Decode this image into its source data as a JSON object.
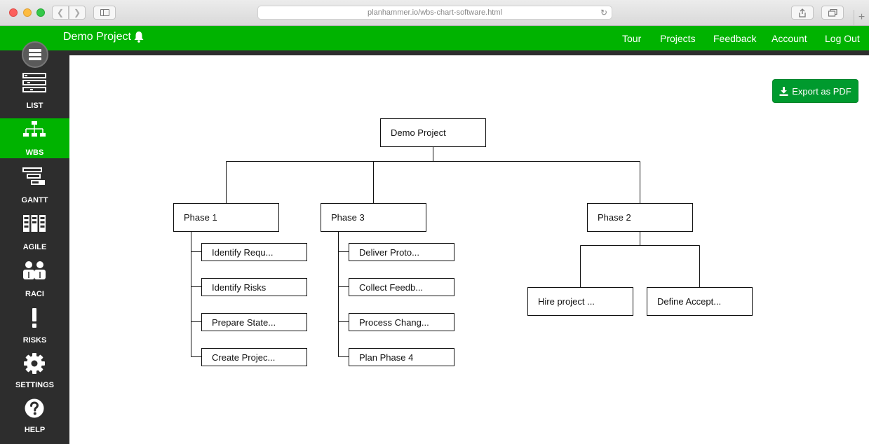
{
  "browser": {
    "url": "planhammer.io/wbs-chart-software.html",
    "nav_back_icon": "chevron-left-icon",
    "nav_forward_icon": "chevron-right-icon"
  },
  "header": {
    "project_title": "Demo Project",
    "nav": [
      "Tour",
      "Projects",
      "Feedback",
      "Account",
      "Log Out"
    ]
  },
  "sidebar": {
    "items": [
      {
        "label": "LIST"
      },
      {
        "label": "WBS"
      },
      {
        "label": "GANTT"
      },
      {
        "label": "AGILE"
      },
      {
        "label": "RACI"
      },
      {
        "label": "RISKS"
      },
      {
        "label": "SETTINGS"
      },
      {
        "label": "HELP"
      }
    ],
    "active": "WBS"
  },
  "toolbar": {
    "export_label": "Export as PDF"
  },
  "wbs": {
    "root": "Demo Project",
    "phases": [
      {
        "label": "Phase 1",
        "tasks": [
          "Identify Requ...",
          "Identify Risks",
          "Prepare State...",
          "Create Projec..."
        ]
      },
      {
        "label": "Phase 3",
        "tasks": [
          "Deliver Proto...",
          "Collect Feedb...",
          "Process Chang...",
          "Plan Phase 4"
        ]
      },
      {
        "label": "Phase 2",
        "tasks": [
          "Hire project ...",
          "Define Accept..."
        ]
      }
    ]
  },
  "colors": {
    "brand_green": "#00b300",
    "sidebar_bg": "#2d2d2d",
    "export_button": "#009a2e"
  }
}
